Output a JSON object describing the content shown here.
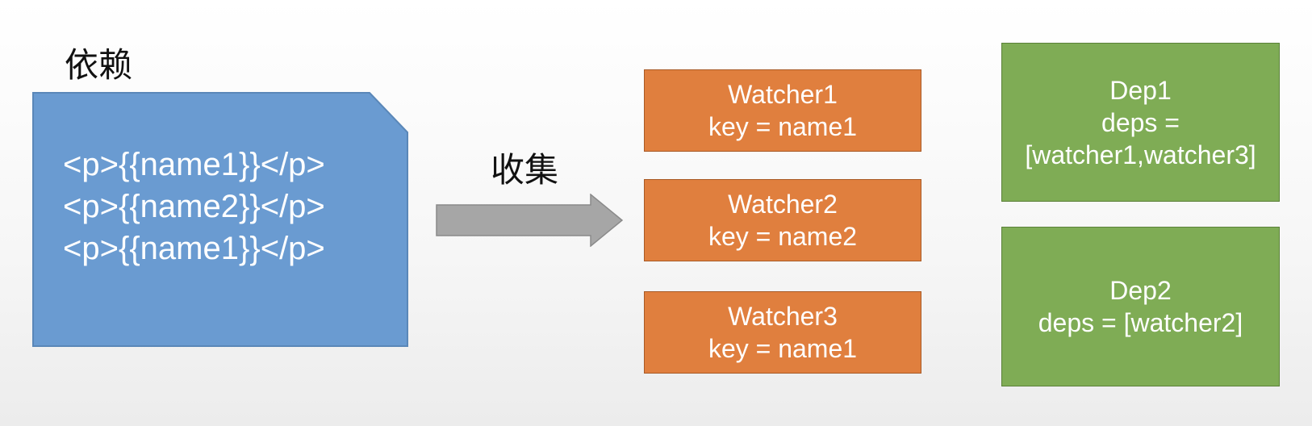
{
  "labels": {
    "dependency": "依赖",
    "collect": "收集"
  },
  "template_lines": [
    "<p>{{name1}}</p>",
    "<p>{{name2}}</p>",
    "<p>{{name1}}</p>"
  ],
  "watchers": [
    {
      "name": "Watcher1",
      "key": "key = name1"
    },
    {
      "name": "Watcher2",
      "key": "key = name2"
    },
    {
      "name": "Watcher3",
      "key": "key = name1"
    }
  ],
  "deps": [
    {
      "name": "Dep1",
      "lines": [
        "deps =",
        "[watcher1,watcher3]"
      ]
    },
    {
      "name": "Dep2",
      "lines": [
        "deps = [watcher2]"
      ]
    }
  ],
  "colors": {
    "template_fill": "#6a9bd1",
    "watcher_fill": "#e07f3e",
    "dep_fill": "#7fac55",
    "arrow_fill": "#a6a6a6"
  }
}
